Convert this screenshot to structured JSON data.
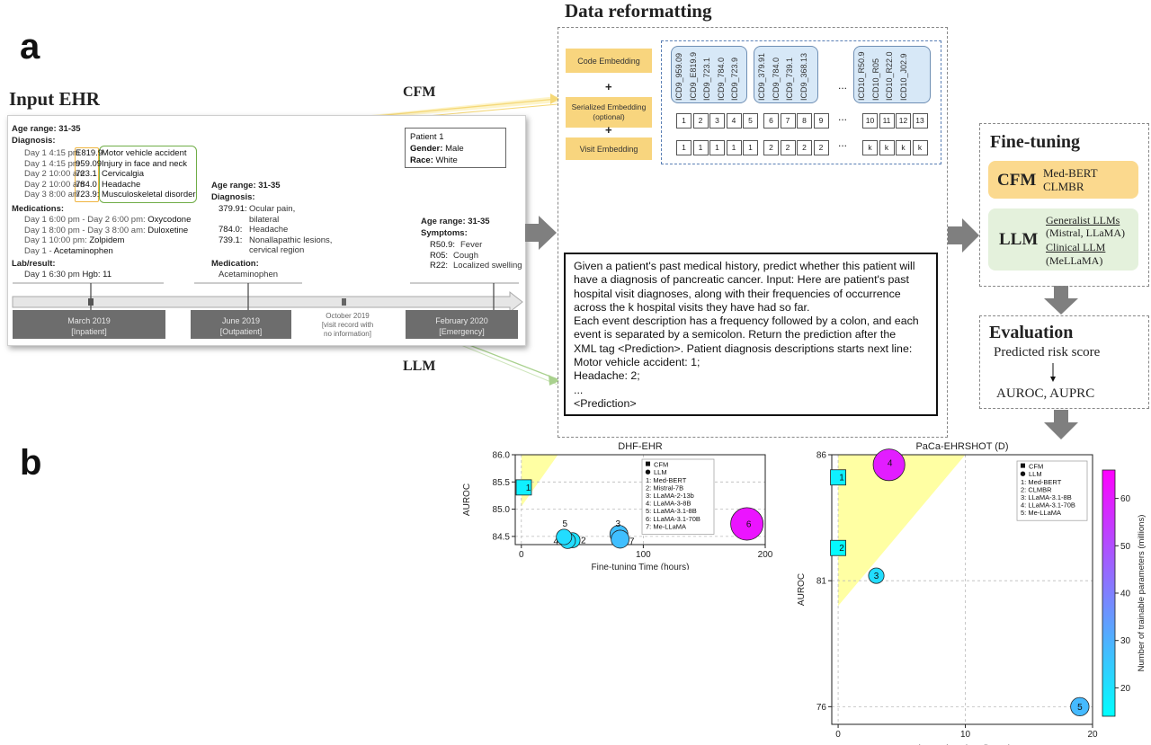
{
  "labels": {
    "panel_a": "a",
    "panel_b": "b",
    "input_ehr": "Input EHR",
    "cfm": "CFM",
    "llm": "LLM",
    "data_reformatting": "Data reformatting",
    "fine_tuning": "Fine-tuning",
    "evaluation": "Evaluation"
  },
  "ehr": {
    "patient": {
      "title": "Patient 1",
      "gender_label": "Gender:",
      "gender": "Male",
      "race_label": "Race:",
      "race": "White"
    },
    "v1": {
      "age": "Age range: 31-35",
      "diagnosis": "Diagnosis:",
      "diag_rows": [
        {
          "time": "Day 1 4:15 pm",
          "code": "E819.9",
          "desc": "Motor vehicle accident"
        },
        {
          "time": "Day 1 4:15 pm",
          "code": "959.09",
          "desc": "Injury in face and neck"
        },
        {
          "time": "Day 2 10:00 am",
          "code": "723.1",
          "desc": "Cervicalgia"
        },
        {
          "time": "Day 2 10:00 am",
          "code": "784.0",
          "desc": "Headache"
        },
        {
          "time": "Day 3 8:00 am",
          "code": "723.9:",
          "desc": "Musculoskeletal disorder"
        }
      ],
      "medications": "Medications:",
      "med_rows": [
        {
          "time": "Day 1 6:00 pm - Day 2 6:00 pm:",
          "drug": "Oxycodone"
        },
        {
          "time": "Day 1 8:00 pm - Day 3 8:00 am:",
          "drug": "Duloxetine"
        },
        {
          "time": "Day 1 10:00 pm:",
          "drug": "Zolpidem"
        },
        {
          "time": "Day 1 -",
          "drug": "Acetaminophen"
        }
      ],
      "lab": "Lab/result:",
      "lab_time": "Day 1 6:30 pm",
      "lab_value": "Hgb: 11"
    },
    "v2": {
      "age": "Age range: 31-35",
      "diagnosis": "Diagnosis:",
      "rows": [
        {
          "code": "379.91:",
          "desc": "Ocular pain,"
        },
        {
          "code": "",
          "desc": "bilateral"
        },
        {
          "code": "784.0:",
          "desc": "Headache"
        },
        {
          "code": "739.1:",
          "desc": "Nonallapathic lesions,"
        },
        {
          "code": "",
          "desc": "cervical region"
        }
      ],
      "medication": "Medication:",
      "med": "Acetaminophen"
    },
    "v3": {
      "age": "Age range: 31-35",
      "symptoms": "Symptoms:",
      "rows": [
        {
          "code": "R50.9:",
          "desc": "Fever"
        },
        {
          "code": "R05:",
          "desc": "Cough"
        },
        {
          "code": "R22:",
          "desc": "Localized swelling"
        }
      ]
    },
    "timeline": {
      "v1_date": "March 2019",
      "v1_type": "[Inpatient]",
      "v2_date": "June 2019",
      "v2_type": "[Outpatient]",
      "gap_date": "October 2019",
      "gap_note1": "[visit record with",
      "gap_note2": "no information]",
      "v3_date": "February 2020",
      "v3_type": "[Emergency]"
    }
  },
  "reformat": {
    "code_embedding": "Code Embedding",
    "plus1": "+",
    "serialized1": "Serialized Embedding",
    "serialized2": "(optional)",
    "plus2": "+",
    "visit_embedding": "Visit Embedding",
    "pill1": [
      "ICD9_959.09",
      "ICD9_E819.9",
      "ICD9_723.1",
      "ICD9_784.0",
      "ICD9_723.9"
    ],
    "pill2": [
      "ICD9_379.91",
      "ICD9_784.0",
      "ICD9_739.1",
      "ICD9_368.13"
    ],
    "pill3": [
      "ICD10_R50.9",
      "ICD10_R05",
      "ICD10_R22.0",
      "ICD10_J02.9"
    ],
    "dots": "...",
    "serial1": [
      "1",
      "2",
      "3",
      "4",
      "5"
    ],
    "serial2": [
      "6",
      "7",
      "8",
      "9"
    ],
    "serial3": [
      "10",
      "11",
      "12",
      "13"
    ],
    "visit1": [
      "1",
      "1",
      "1",
      "1",
      "1"
    ],
    "visit2": [
      "2",
      "2",
      "2",
      "2"
    ],
    "visit3": [
      "k",
      "k",
      "k",
      "k"
    ]
  },
  "prompt": {
    "lines": [
      "Given a patient's past medical history, predict whether this patient will",
      "have a diagnosis of pancreatic cancer. Input: Here are patient's past",
      "hospital visit diagnoses, along with their frequencies of occurrence",
      "across the k hospital visits they have had so far.",
      "Each event description has a frequency followed by a colon, and each",
      "event is separated by a semicolon. Return the prediction after the",
      "XML tag <Prediction>. Patient diagnosis descriptions starts next line:",
      "Motor vehicle accident: 1;",
      "Headache: 2;",
      "...",
      "<Prediction>"
    ]
  },
  "finetune": {
    "cfm": "CFM",
    "cfm_models1": "Med-BERT",
    "cfm_models2": "CLMBR",
    "llm": "LLM",
    "gen": "Generalist LLMs",
    "gen_models": "(Mistral, LLaMA)",
    "clin": "Clinical LLM",
    "clin_models": "(MeLLaMA)"
  },
  "evaluation": {
    "risk": "Predicted risk score",
    "metrics": "AUROC, AUPRC"
  },
  "colors": {
    "cmap_low": "#00ffff",
    "cmap_high": "#ff00ff",
    "yellow_fill": "#ffff99",
    "cfm_bg": "#fbd98e",
    "llm_bg": "#e4f1dc",
    "accent_arrow": "#7f7f7f"
  },
  "chart_data": [
    {
      "type": "scatter",
      "title": "DHF-EHR",
      "xlabel": "Fine-tuning Time (hours)",
      "ylabel": "AUROC",
      "xlim": [
        -5,
        200
      ],
      "ylim": [
        84.35,
        86.0
      ],
      "xticks": [
        "0",
        "100",
        "200"
      ],
      "yticks": [
        "84.5",
        "85.0",
        "85.5",
        "86.0"
      ],
      "legend": {
        "markers": [
          "CFM",
          "LLM"
        ],
        "entries": [
          "1: Med-BERT",
          "2: Mistral-7B",
          "3: LLaMA-2-13b",
          "4: LLaMA-3-8B",
          "5: LLaMA-3.1-8B",
          "6: LLaMA-3.1-70B",
          "7: Me-LLaMA"
        ],
        "placement": "upper-right"
      },
      "points": [
        {
          "label": "1",
          "type": "CFM",
          "x": 2,
          "y": 85.4,
          "params": 17
        },
        {
          "label": "2",
          "type": "LLM",
          "x": 42,
          "y": 84.43,
          "params": 20
        },
        {
          "label": "3",
          "type": "LLM",
          "x": 80,
          "y": 84.54,
          "params": 27
        },
        {
          "label": "4",
          "type": "LLM",
          "x": 38,
          "y": 84.42,
          "params": 21
        },
        {
          "label": "5",
          "type": "LLM",
          "x": 35,
          "y": 84.49,
          "params": 21
        },
        {
          "label": "6",
          "type": "LLM",
          "x": 185,
          "y": 84.73,
          "params": 62
        },
        {
          "label": "7",
          "type": "LLM",
          "x": 81,
          "y": 84.45,
          "params": 27
        }
      ]
    },
    {
      "type": "scatter",
      "title": "PaCa-EHRSHOT (D)",
      "xlabel": "Fine-tuning Time (hours)",
      "ylabel": "AUROC",
      "xlim": [
        -0.5,
        20
      ],
      "ylim": [
        75.3,
        86
      ],
      "xticks": [
        "0",
        "10",
        "20"
      ],
      "yticks": [
        "76",
        "81",
        "86"
      ],
      "colorbar": {
        "label": "Number of trainable parameters (millions)",
        "ticks": [
          "20",
          "30",
          "40",
          "50",
          "60"
        ],
        "range": [
          14,
          66
        ]
      },
      "legend": {
        "markers": [
          "CFM",
          "LLM"
        ],
        "entries": [
          "1: Med-BERT",
          "2: CLMBR",
          "3: LLaMA-3.1-8B",
          "4: LLaMA-3.1-70B",
          "5: Me-LLaMA"
        ],
        "placement": "upper-right"
      },
      "points": [
        {
          "label": "1",
          "type": "CFM",
          "x": 0,
          "y": 85.1,
          "params": 17
        },
        {
          "label": "2",
          "type": "CFM",
          "x": 0,
          "y": 82.3,
          "params": 15
        },
        {
          "label": "3",
          "type": "LLM",
          "x": 3,
          "y": 81.2,
          "params": 21
        },
        {
          "label": "4",
          "type": "LLM",
          "x": 4,
          "y": 85.6,
          "params": 60
        },
        {
          "label": "5",
          "type": "LLM",
          "x": 19,
          "y": 76.0,
          "params": 28
        }
      ]
    }
  ]
}
